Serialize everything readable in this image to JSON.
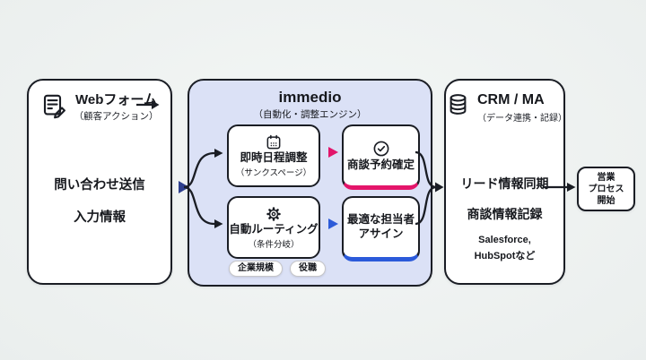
{
  "colors": {
    "accent_pink": "#e4156a",
    "accent_blue": "#2b5ada",
    "panel_fill": "#dbe1f6",
    "box_border": "#1a1d24",
    "arrow_navy": "#2e3f8e",
    "background": "#ebefee"
  },
  "icons": {
    "webform": "form-pencil-icon",
    "webform_arrow": "arrow-right-icon",
    "schedule": "calendar-icon",
    "booking": "check-circle-icon",
    "routing": "gear-icon",
    "crm": "database-icon"
  },
  "diagram": {
    "left": {
      "title": "Webフォーム",
      "subtitle": "（顧客アクション）",
      "line1": "問い合わせ送信",
      "line2": "入力情報"
    },
    "engine": {
      "title": "immedio",
      "subtitle": "（自動化・調整エンジン）",
      "step_schedule": {
        "label": "即時日程調整",
        "sublabel": "（サンクスページ）"
      },
      "result_booking": {
        "label": "商談予約確定"
      },
      "step_routing": {
        "label": "自動ルーティング",
        "sublabel": "（条件分岐）"
      },
      "result_assign": {
        "line1": "最適な担当者",
        "line2": "アサイン"
      },
      "tags": [
        "企業規模",
        "役職"
      ]
    },
    "crm": {
      "title": "CRM / MA",
      "subtitle": "（データ連携・記録）",
      "line1": "リード情報同期",
      "line2": "商談情報記録",
      "vendors1": "Salesforce,",
      "vendors2": "HubSpotなど"
    },
    "sales": {
      "line1": "営業",
      "line2": "プロセス",
      "line3": "開始"
    }
  }
}
